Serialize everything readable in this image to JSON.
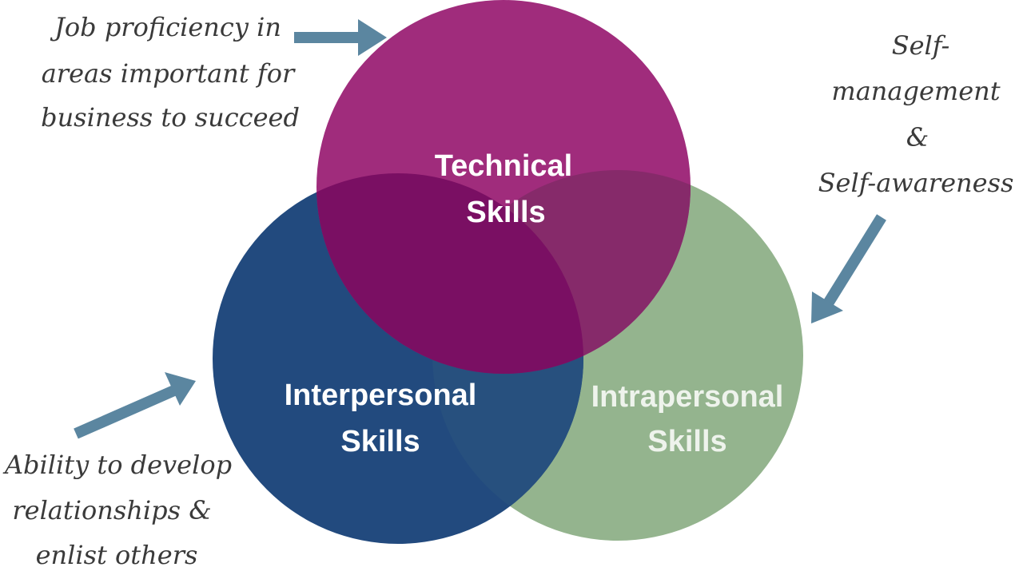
{
  "colors": {
    "technical": "#a02c7c",
    "interpersonal": "#224a7e",
    "intrapersonal": "#94b48e",
    "overlap_tech_inter": "#7a0f63",
    "overlap_tech_intra": "#862a6a",
    "overlap_inter_intra": "#27507e",
    "arrow": "#5b86a0",
    "label_light": "#ffffff",
    "label_intra": "#eef3ec",
    "note_text": "#3a3a3a"
  },
  "circles": {
    "technical": {
      "line1": "Technical",
      "line2": "Skills"
    },
    "interpersonal": {
      "line1": "Interpersonal",
      "line2": "Skills"
    },
    "intrapersonal": {
      "line1": "Intrapersonal",
      "line2": "Skills"
    }
  },
  "annotations": {
    "technical": {
      "lines": [
        "Job proficiency in",
        "areas important for",
        "business to succeed"
      ],
      "arrow_icon": "arrow-right-icon"
    },
    "intrapersonal": {
      "lines": [
        "Self-",
        "management",
        "&",
        "Self-awareness"
      ],
      "arrow_icon": "arrow-down-left-icon"
    },
    "interpersonal": {
      "lines": [
        "Ability to develop",
        "relationships &",
        "enlist others"
      ],
      "arrow_icon": "arrow-up-right-icon"
    }
  }
}
